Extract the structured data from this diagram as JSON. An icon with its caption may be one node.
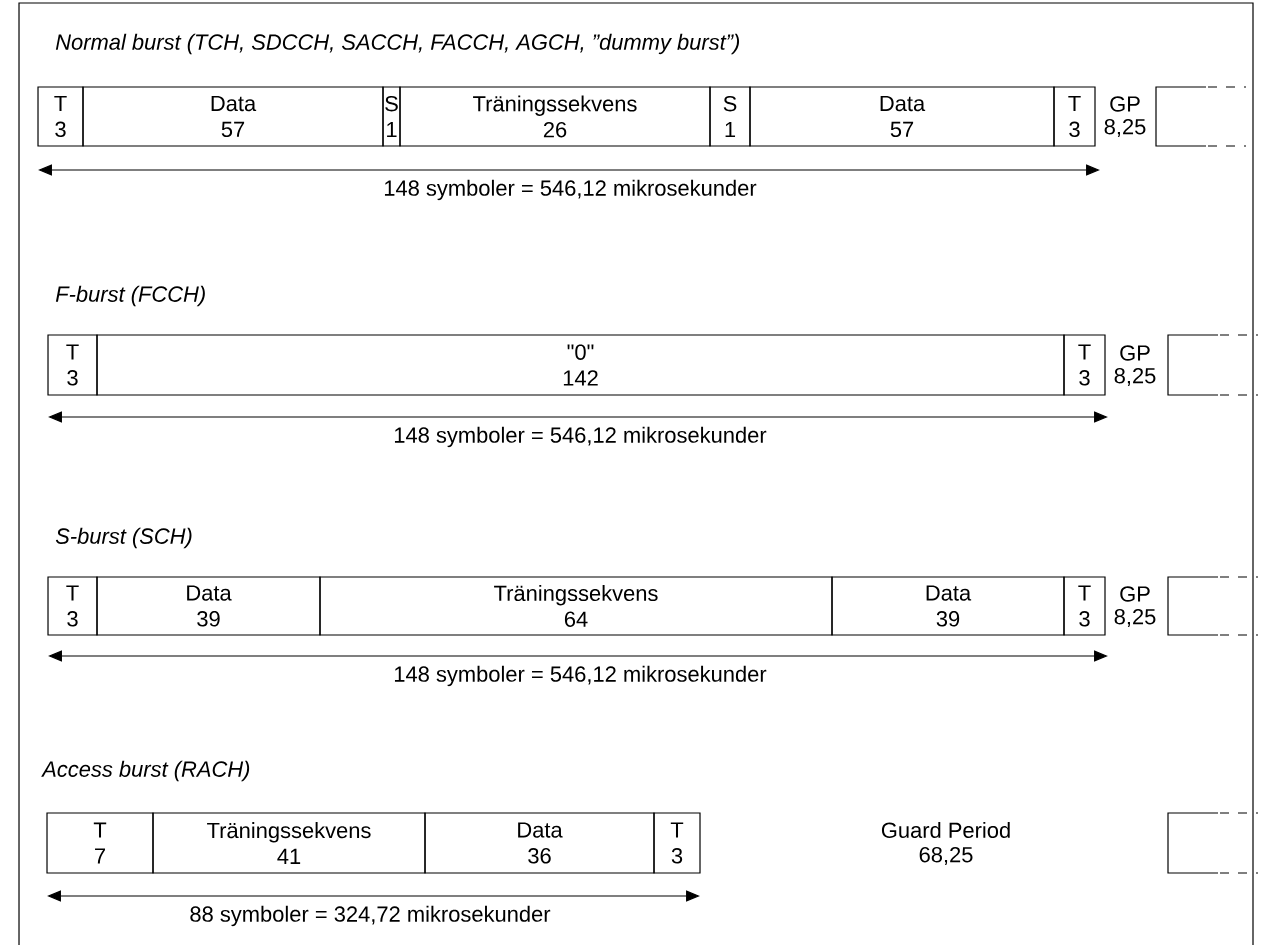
{
  "diagram": {
    "nodes": [
      {
        "text": [
          "T",
          "3"
        ]
      },
      {
        "text": [
          "Data",
          "57"
        ]
      },
      {
        "text": [
          "S",
          "1"
        ]
      },
      {
        "text": [
          "Träningssekvens",
          "26"
        ]
      },
      {
        "text": [
          "S",
          "1"
        ]
      },
      {
        "text": [
          "Data",
          "57"
        ]
      },
      {
        "text": [
          "T",
          "3"
        ]
      },
      {
        "text": [],
        "shape": "box"
      },
      {
        "text": [
          "T",
          "3"
        ]
      },
      {
        "text": [
          "\"0\"",
          "142"
        ]
      },
      {
        "text": [
          "T",
          "3"
        ]
      },
      {
        "text": [],
        "shape": "box"
      },
      {
        "text": [
          "T",
          "3"
        ]
      },
      {
        "text": [
          "Data",
          "39"
        ]
      },
      {
        "text": [
          "Träningssekvens",
          "64"
        ]
      },
      {
        "text": [
          "Data",
          "39"
        ]
      },
      {
        "text": [
          "T",
          "3"
        ]
      },
      {
        "text": [],
        "shape": "box"
      },
      {
        "text": [
          "T",
          "7"
        ]
      },
      {
        "text": [
          "Träningssekvens",
          "41"
        ]
      },
      {
        "text": [
          "Data",
          "36"
        ]
      },
      {
        "text": [
          "T",
          "3"
        ]
      },
      {
        "text": [],
        "shape": "box"
      }
    ],
    "labels": [
      "Normal burst (TCH, SDCCH, SACCH, FACCH, AGCH, ”dummy burst”)",
      "GP",
      "8,25",
      "148 symboler = 546,12 mikrosekunder",
      "F-burst (FCCH)",
      "GP",
      "8,25",
      "148 symboler = 546,12 mikrosekunder",
      "S-burst (SCH)",
      "GP",
      "8,25",
      "148 symboler = 546,12 mikrosekunder",
      "Access burst (RACH)",
      "Guard Period",
      "68,25",
      "88 symboler = 324,72 mikrosekunder"
    ]
  }
}
